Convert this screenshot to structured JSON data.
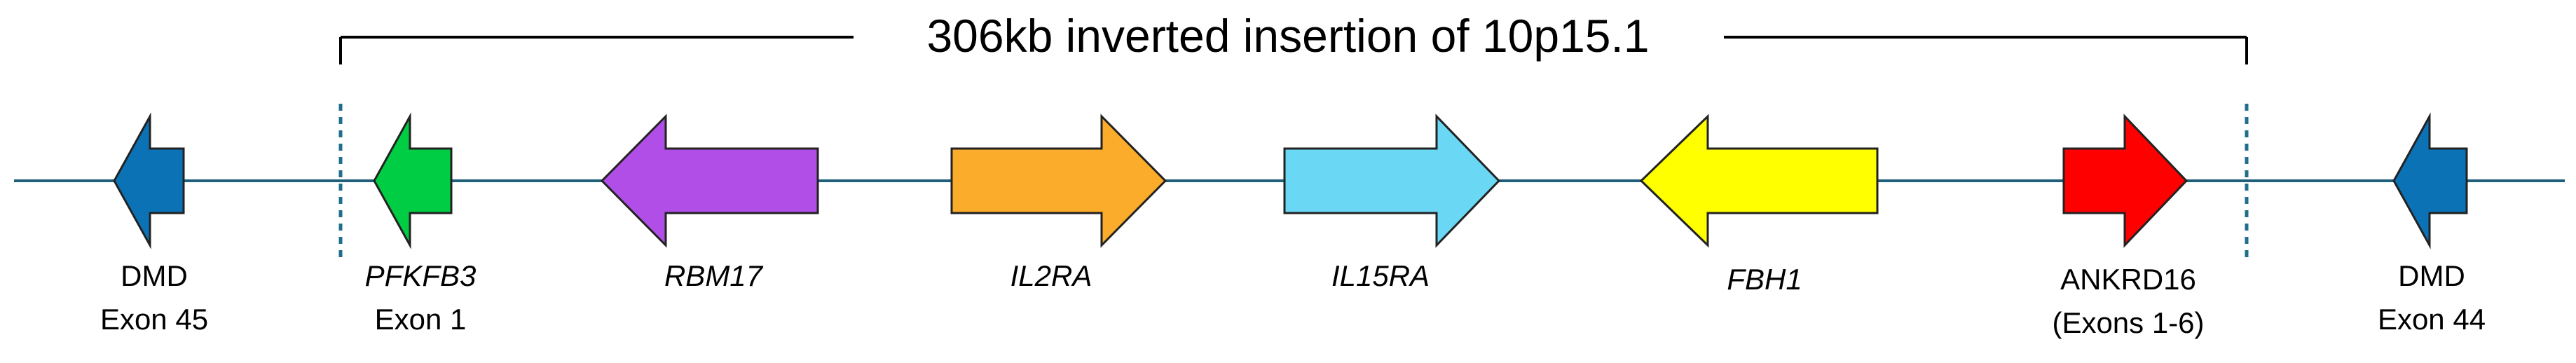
{
  "title": "306kb inverted insertion of 10p15.1",
  "colors": {
    "backbone": "#1f5f7a",
    "breakpoint": "#1f6f8b",
    "outline": "#222222",
    "bracket": "#000000"
  },
  "genes": [
    {
      "id": "dmd-exon45",
      "line1": "DMD",
      "line2": "Exon 45",
      "italic": false,
      "direction": "left",
      "color": "#0b72b5"
    },
    {
      "id": "pfkfb3",
      "line1": "PFKFB3",
      "line2": "Exon 1",
      "italic": true,
      "direction": "left",
      "color": "#00cc44"
    },
    {
      "id": "rbm17",
      "line1": "RBM17",
      "line2": "",
      "italic": true,
      "direction": "left",
      "color": "#b14ee8"
    },
    {
      "id": "il2ra",
      "line1": "IL2RA",
      "line2": "",
      "italic": true,
      "direction": "right",
      "color": "#fbac2a"
    },
    {
      "id": "il15ra",
      "line1": "IL15RA",
      "line2": "",
      "italic": true,
      "direction": "right",
      "color": "#6ad8f4"
    },
    {
      "id": "fbh1",
      "line1": "FBH1",
      "line2": "",
      "italic": true,
      "direction": "left",
      "color": "#ffff00"
    },
    {
      "id": "ankrd16",
      "line1": "ANKRD16",
      "line2": "(Exons 1-6)",
      "italic": false,
      "direction": "right",
      "color": "#ff0000"
    },
    {
      "id": "dmd-exon44",
      "line1": "DMD",
      "line2": "Exon 44",
      "italic": false,
      "direction": "left",
      "color": "#0b72b5"
    }
  ]
}
